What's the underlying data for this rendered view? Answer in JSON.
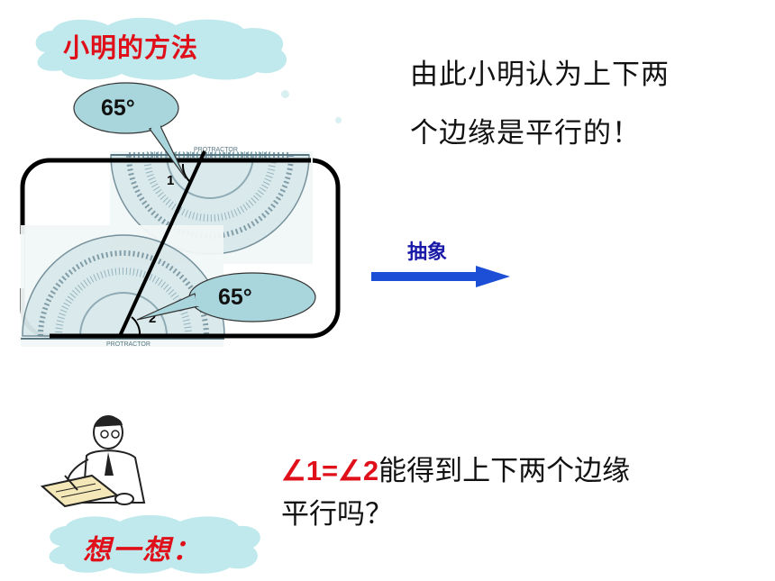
{
  "title": "小明的方法",
  "conclusion": {
    "line1": "由此小明认为上下两",
    "line2": "个边缘是平行的！"
  },
  "diagram": {
    "angle1_bubble": "65°",
    "angle2_bubble": "65°",
    "angle1_label": "1",
    "angle2_label": "2",
    "protractor_label": "PROTRACTOR"
  },
  "arrow_label": "抽象",
  "question": {
    "red_part": "∠1=∠2",
    "line1_rest": "能得到上下两个边缘",
    "line2": "平行吗？"
  },
  "think_label": "想一想：",
  "colors": {
    "cloud": "#bfe9ec",
    "title_red": "#e0101a",
    "arrow_blue": "#1d4fd6",
    "bubble": "#a9d6dc"
  }
}
